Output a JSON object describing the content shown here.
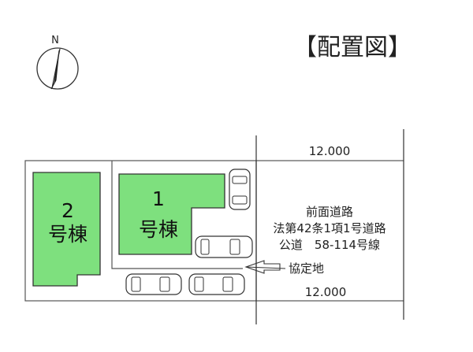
{
  "title": "【配置図】",
  "compass": {
    "label": "N"
  },
  "buildings": [
    {
      "number": "2",
      "suffix": "号棟"
    },
    {
      "number": "1",
      "suffix": "号棟"
    }
  ],
  "road": {
    "width_top": "12.000",
    "width_bottom": "12.000",
    "lines": [
      "前面道路",
      "法第42条1項1号道路",
      "公道　58-114号線"
    ]
  },
  "agreement_label": "協定地",
  "colors": {
    "building_fill": "#7ee07e",
    "line": "#333333"
  }
}
